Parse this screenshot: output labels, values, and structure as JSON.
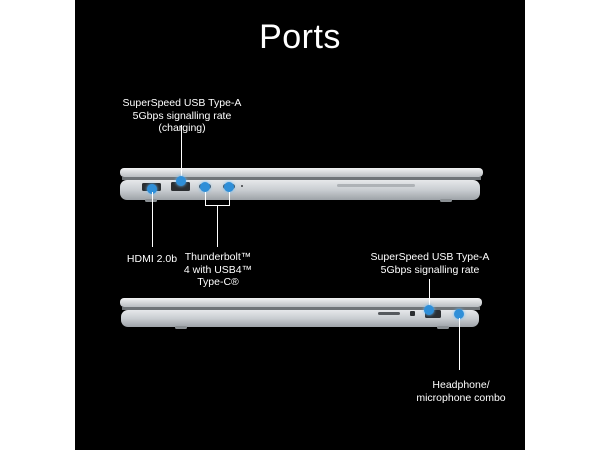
{
  "title": "Ports",
  "labels": {
    "usb_a_top": "SuperSpeed USB Type-A\n5Gbps signalling rate (charging)",
    "hdmi": "HDMI 2.0b",
    "thunderbolt": "Thunderbolt™\n4 with USB4™\nType-C®",
    "usb_a_right": "SuperSpeed USB Type-A\n5Gbps signalling rate",
    "headphone": "Headphone/\nmicrophone combo"
  },
  "colors": {
    "background": "#000000",
    "page": "#ffffff",
    "accent_dot": "#2f8fd8",
    "laptop_silver": "#c9cdd1"
  }
}
